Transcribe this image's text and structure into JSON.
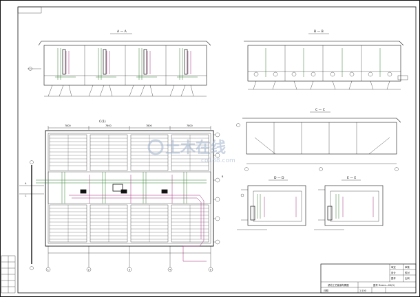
{
  "sections": {
    "aa": {
      "label": "A — A"
    },
    "bb": {
      "label": "B — B"
    },
    "cc": {
      "label": "C — C"
    },
    "dd": {
      "label": "D — D"
    },
    "ee": {
      "label": "E — E"
    }
  },
  "plan": {
    "title": "C(1)",
    "dims": [
      "7800",
      "7800",
      "7800",
      "7800"
    ],
    "grid_cols": [
      "1",
      "2",
      "3",
      "4",
      "5"
    ],
    "grid_rows": [
      "D",
      "C",
      "B",
      "A"
    ],
    "side_labels": [
      "A",
      "B",
      "C"
    ]
  },
  "title_block": {
    "drawing_name": "滤池工艺管道布置图",
    "cells": [
      "审定",
      "审核",
      "设计",
      "校对",
      "图号",
      "比例",
      "日期"
    ],
    "scale": "1:100",
    "sheet": "图号 Rxxxx—XX(3)"
  },
  "watermark": {
    "brand": "土木在线",
    "url": "co188.com"
  },
  "colors": {
    "line": "#111111",
    "green": "#2a7a2a",
    "magenta": "#a0287a",
    "blue": "#2a3aa0"
  }
}
